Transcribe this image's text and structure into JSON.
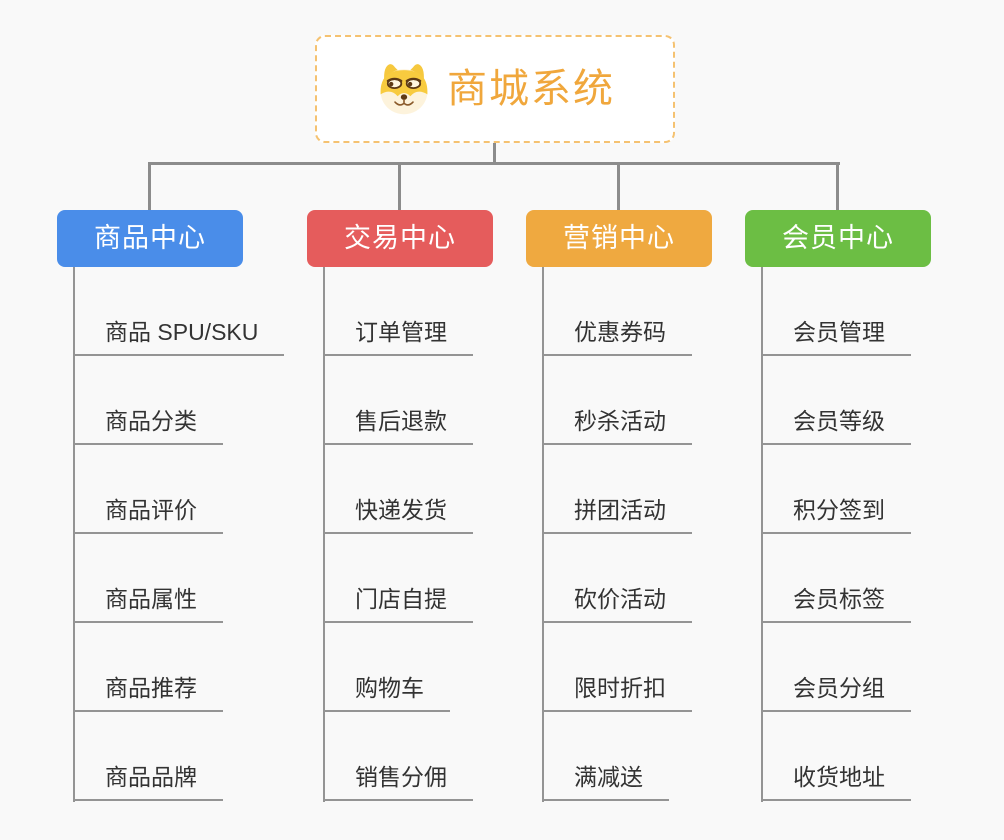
{
  "canvas": {
    "background": "#f9f9f9"
  },
  "connector_color": "#8c8c8c",
  "root": {
    "title": "商城系统",
    "title_color": "#f0a73c",
    "border_color": "#f5c271",
    "icon": "dog-face-icon"
  },
  "branches": [
    {
      "label": "商品中心",
      "color": "#4a8de9",
      "children": [
        "商品 SPU/SKU",
        "商品分类",
        "商品评价",
        "商品属性",
        "商品推荐",
        "商品品牌"
      ]
    },
    {
      "label": "交易中心",
      "color": "#e55c5c",
      "children": [
        "订单管理",
        "售后退款",
        "快递发货",
        "门店自提",
        "购物车",
        "销售分佣"
      ]
    },
    {
      "label": "营销中心",
      "color": "#efa940",
      "children": [
        "优惠券码",
        "秒杀活动",
        "拼团活动",
        "砍价活动",
        "限时折扣",
        "满减送"
      ]
    },
    {
      "label": "会员中心",
      "color": "#6cbe44",
      "children": [
        "会员管理",
        "会员等级",
        "积分签到",
        "会员标签",
        "会员分组",
        "收货地址"
      ]
    }
  ]
}
